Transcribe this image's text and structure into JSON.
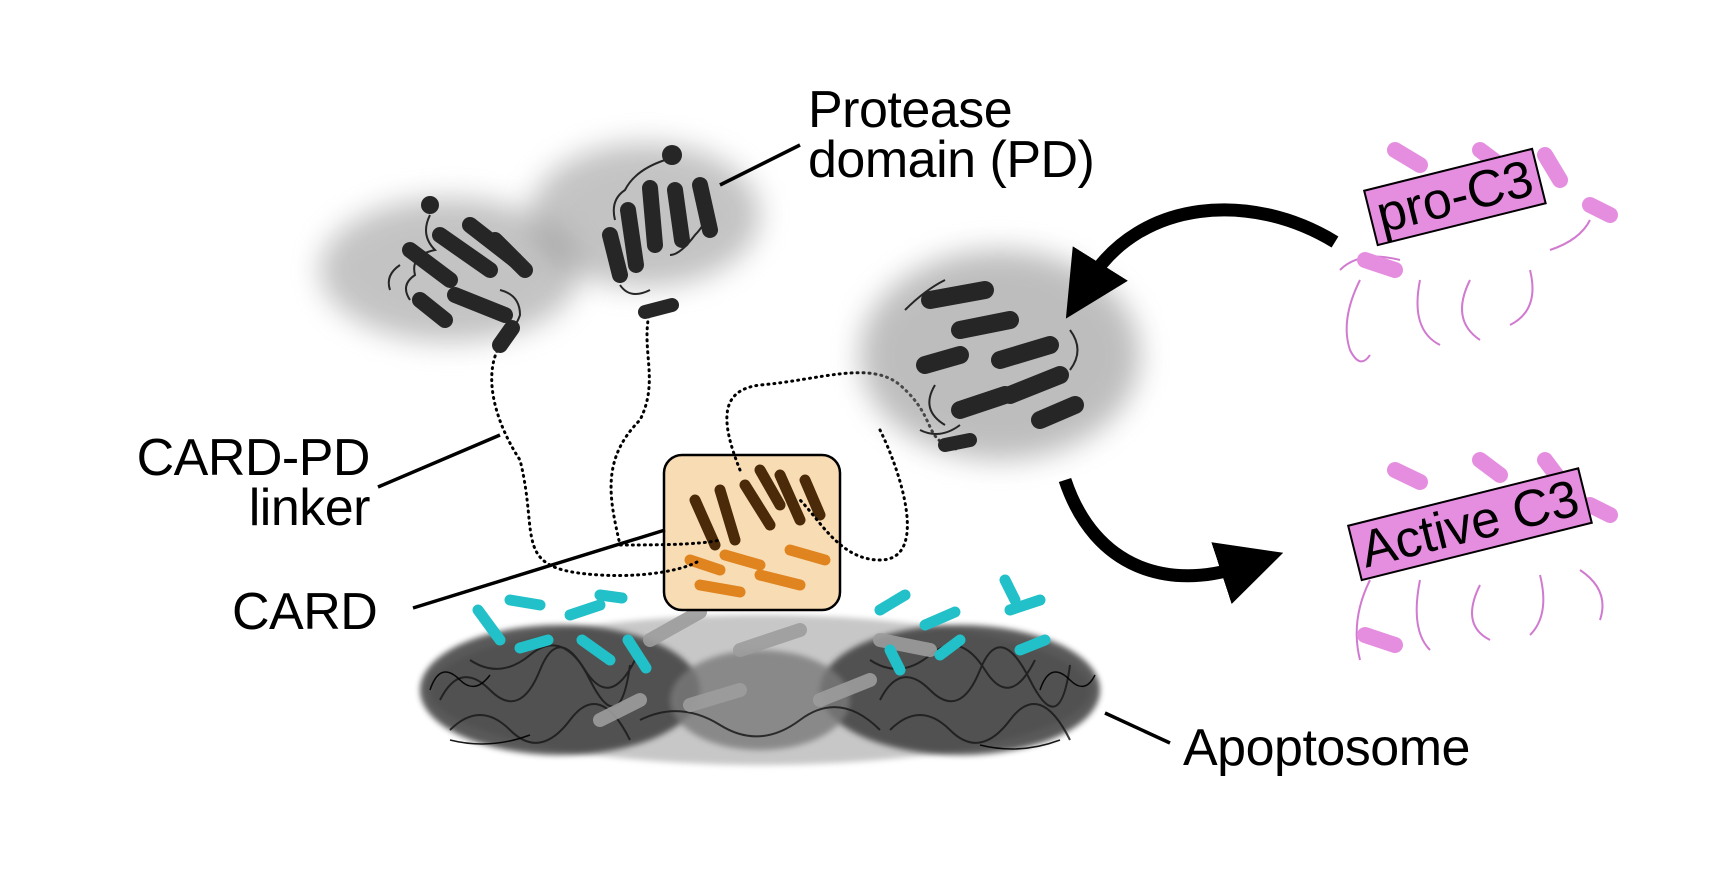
{
  "labels": {
    "protease_domain": [
      "Protease",
      "domain (PD)"
    ],
    "linker": [
      "CARD-PD",
      "linker"
    ],
    "card": "CARD",
    "apoptosome": "Apoptosome",
    "pro_c3": "pro-C3",
    "active_c3": "Active C3"
  },
  "colors": {
    "protein_dark": "#2a2a2a",
    "apoptosome_accent": "#22c0c8",
    "card_highlight": "#f8dcb4",
    "card_helix": "#e0841f",
    "caspase3": "#e58ee0"
  }
}
